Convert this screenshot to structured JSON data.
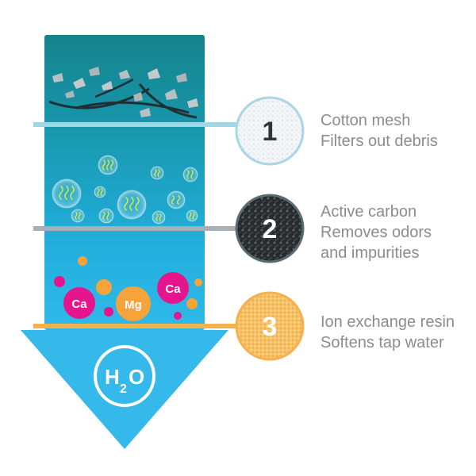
{
  "colors": {
    "tube_top": "#17888f",
    "tube_mid": "#1aa6c6",
    "tube_bottom": "#2bb8e8",
    "arrow": "#34b9ea",
    "divider1": "#9fd7e6",
    "divider2": "#a6b0b6",
    "divider3": "#f6b04e",
    "ring1": "#a9d6e6",
    "ring2": "#5c6c73",
    "ring3": "#f6b04e",
    "ion_pink": "#e4158d",
    "ion_orange": "#f7a33c",
    "label_text": "#8c8c8c"
  },
  "arrow": {
    "main": "H",
    "sub": "2",
    "tail": "O"
  },
  "ions": [
    "Ca",
    "Mg",
    "Ca"
  ],
  "stages": [
    {
      "number": "1",
      "icon": "cotton-mesh-sample-icon",
      "title": "Cotton mesh",
      "lines": [
        "Filters out debris"
      ]
    },
    {
      "number": "2",
      "icon": "active-carbon-sample-icon",
      "title": "Active carbon",
      "lines": [
        "Removes odors",
        "and impurities"
      ]
    },
    {
      "number": "3",
      "icon": "ion-resin-sample-icon",
      "title": "Ion exchange resin",
      "lines": [
        "Softens tap water"
      ]
    }
  ]
}
